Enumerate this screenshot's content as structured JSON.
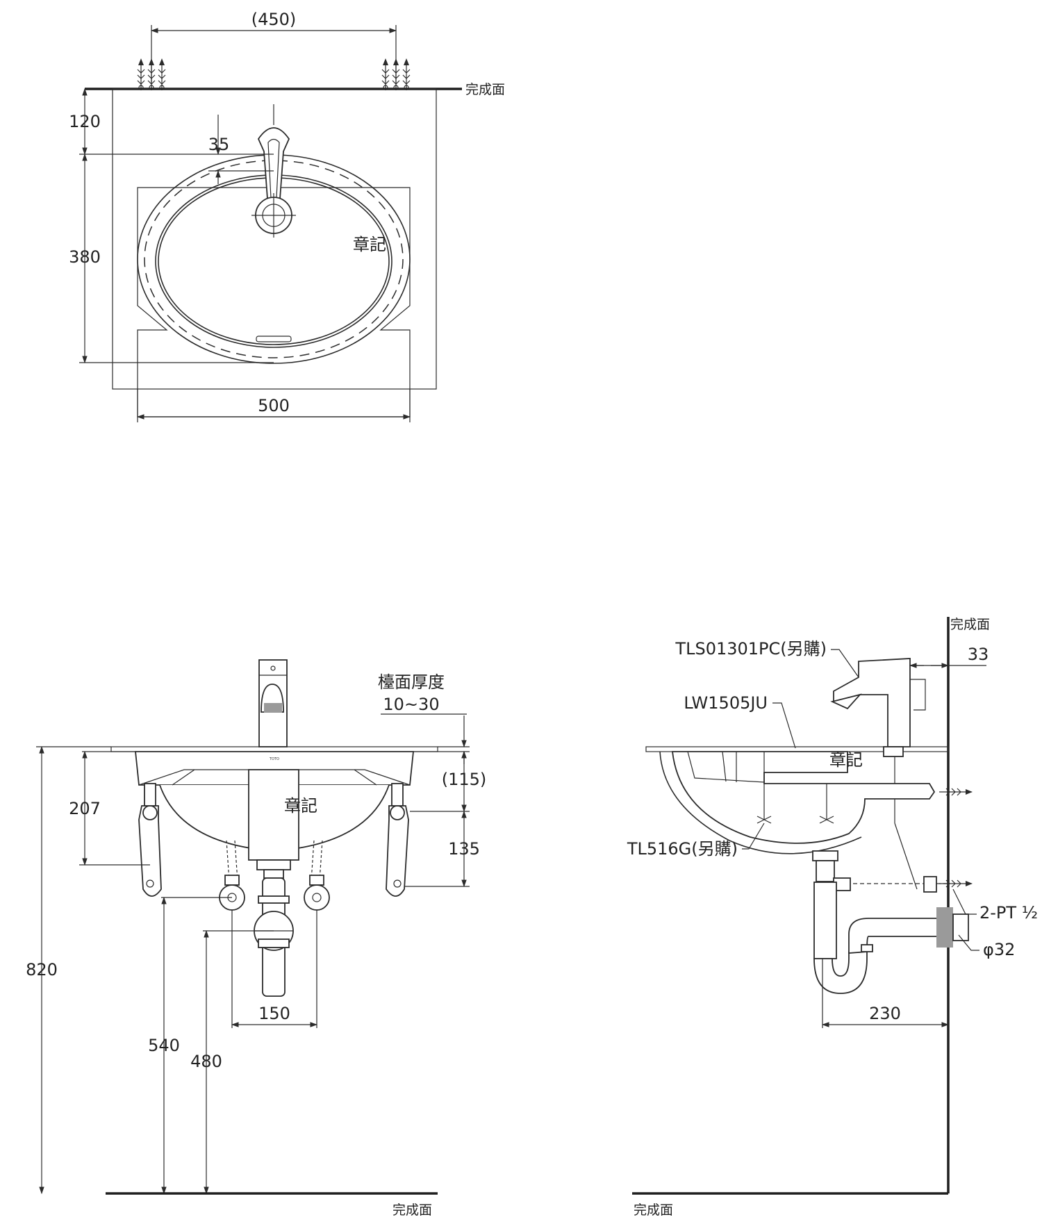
{
  "top_view": {
    "dim_450": "(450)",
    "dim_120": "120",
    "dim_35": "35",
    "dim_380": "380",
    "dim_500": "500",
    "finish_surface": "完成面",
    "stamp": "章記"
  },
  "front_view": {
    "counter_thickness_label": "檯面厚度",
    "counter_thickness_range": "10~30",
    "dim_207": "207",
    "dim_115": "(115)",
    "dim_135": "135",
    "dim_820": "820",
    "dim_150": "150",
    "dim_540": "540",
    "dim_480": "480",
    "finish_surface": "完成面",
    "stamp": "章記",
    "brand": "TOTO"
  },
  "side_view": {
    "finish_surface_top": "完成面",
    "finish_surface_bottom": "完成面",
    "faucet_model": "TLS01301PC(另購)",
    "basin_model": "LW1505JU",
    "bracket_model": "TL516G(另購)",
    "dim_33": "33",
    "pipe_thread": "2-PT ½",
    "drain_dia": "φ32",
    "dim_230": "230",
    "stamp": "章記"
  },
  "colors": {
    "line": "#2b2b2b",
    "background": "#ffffff"
  }
}
